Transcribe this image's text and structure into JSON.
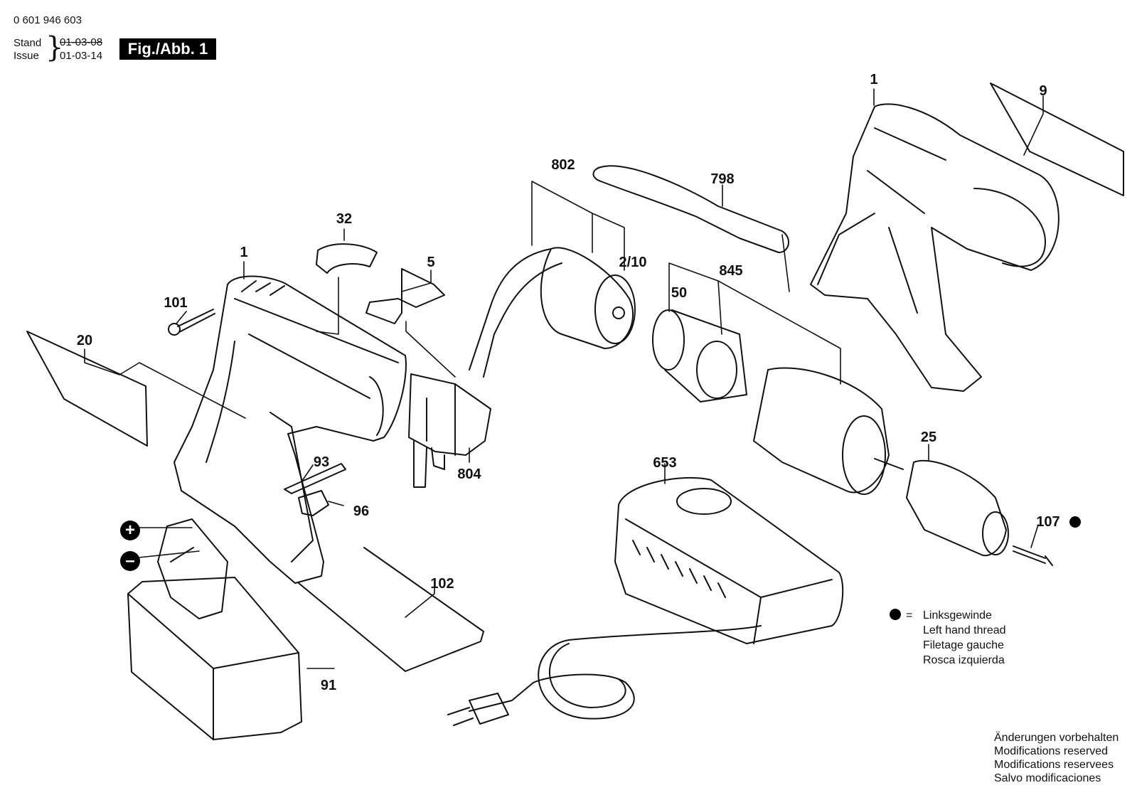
{
  "header": {
    "part_number": "0 601 946 603",
    "stand_label": "Stand",
    "issue_label": "Issue",
    "stand_date": "01-03-08",
    "issue_date": "01-03-14",
    "brace": "}",
    "figure": "Fig./Abb. 1"
  },
  "callouts": {
    "c1_left": "1",
    "c1_right": "1",
    "c2_10": "2/10",
    "c5": "5",
    "c9": "9",
    "c20": "20",
    "c25": "25",
    "c32": "32",
    "c50": "50",
    "c91": "91",
    "c93": "93",
    "c96": "96",
    "c101": "101",
    "c102": "102",
    "c107": "107",
    "c653": "653",
    "c798": "798",
    "c802": "802",
    "c804": "804",
    "c845": "845"
  },
  "battery_signs": {
    "plus": "+",
    "minus": "–"
  },
  "legend": {
    "symbol": "=",
    "lines": [
      "Linksgewinde",
      "Left hand thread",
      "Filetage gauche",
      "Rosca izquierda"
    ]
  },
  "modifications": [
    "Änderungen vorbehalten",
    "Modifications reserved",
    "Modifications reservees",
    "Salvo modificaciones"
  ]
}
